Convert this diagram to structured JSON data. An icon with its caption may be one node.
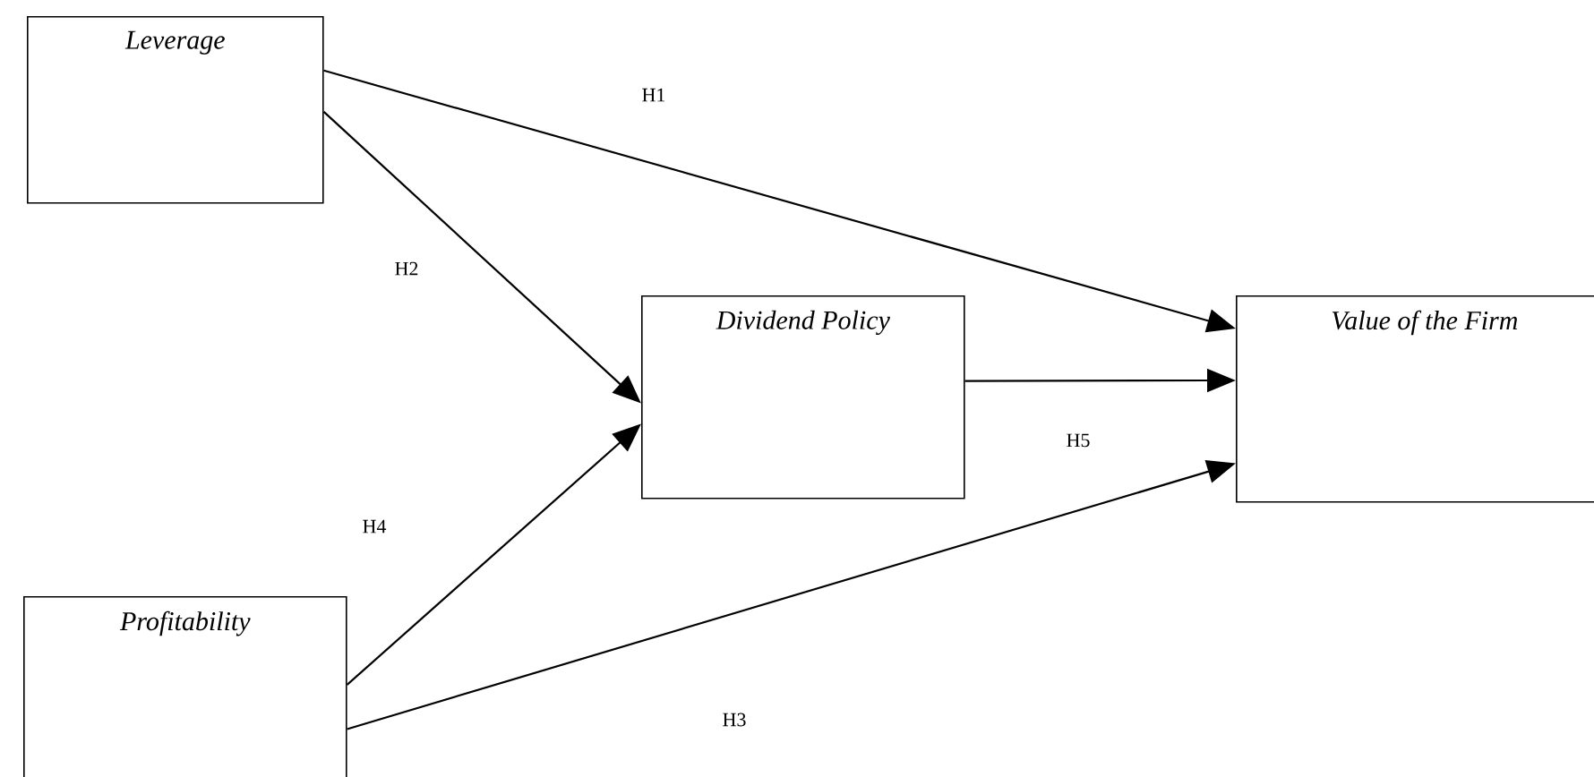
{
  "diagram": {
    "nodes": [
      {
        "text": [
          "Leverage"
        ]
      },
      {
        "text": [
          "Dividend Policy"
        ]
      },
      {
        "text": [
          "Value of the Firm"
        ]
      },
      {
        "text": [
          "Profitability"
        ]
      }
    ],
    "edges": [
      {
        "from": 0,
        "to": 2,
        "arrow": "to",
        "label": "H1"
      },
      {
        "from": 0,
        "to": 1,
        "arrow": "to",
        "label": "H2"
      },
      {
        "from": 3,
        "to": 1,
        "arrow": "to",
        "label": "H4"
      },
      {
        "from": 1,
        "to": 2,
        "arrow": "to",
        "label": "H5"
      },
      {
        "from": 3,
        "to": 2,
        "arrow": "to",
        "label": "H3"
      }
    ]
  }
}
